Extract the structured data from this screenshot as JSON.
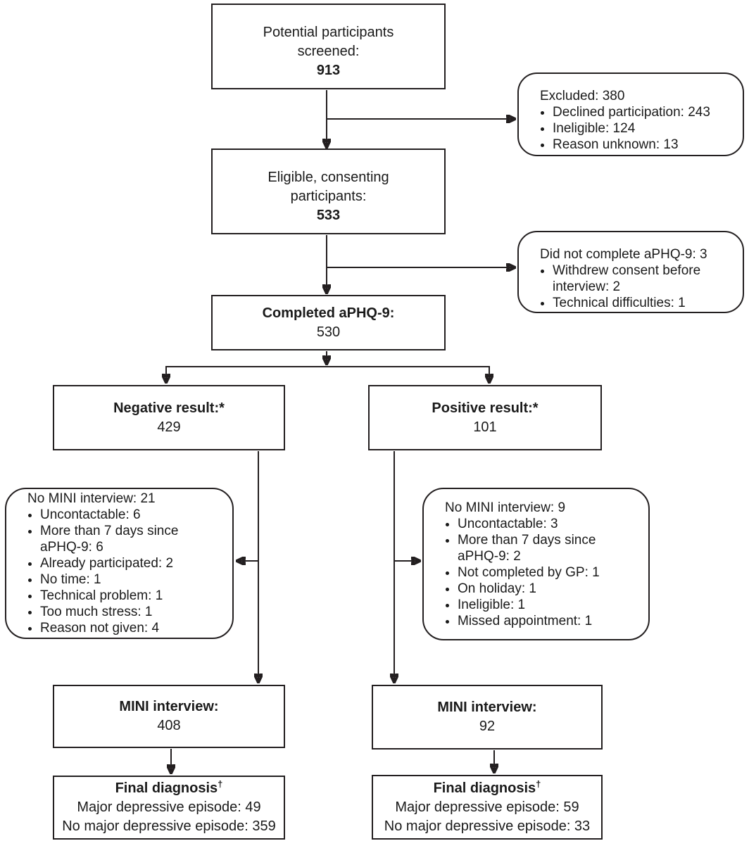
{
  "colors": {
    "ink": "#1a1a1a",
    "line": "#231f20",
    "background": "#ffffff"
  },
  "flow": {
    "screened": {
      "label": "Potential participants\nscreened:",
      "value": "913"
    },
    "eligible": {
      "label": "Eligible, consenting\nparticipants:",
      "value": "533"
    },
    "completed": {
      "label": "Completed aPHQ-9:",
      "value": "530"
    },
    "negative": {
      "label": "Negative result:*",
      "value": "429"
    },
    "positive": {
      "label": "Positive result:*",
      "value": "101"
    },
    "mini_negative": {
      "label": "MINI interview:",
      "value": "408"
    },
    "mini_positive": {
      "label": "MINI interview:",
      "value": "92"
    },
    "final_negative": {
      "title": "Final diagnosis",
      "dagger": "†",
      "lines": [
        "Major depressive episode: 49",
        "No major depressive episode: 359"
      ]
    },
    "final_positive": {
      "title": "Final diagnosis",
      "dagger": "†",
      "lines": [
        "Major depressive episode: 59",
        "No major depressive episode: 33"
      ]
    }
  },
  "notes": {
    "excluded": {
      "header": "Excluded: 380",
      "items": [
        "Declined participation: 243",
        "Ineligible: 124",
        "Reason unknown: 13"
      ]
    },
    "no_aphq9": {
      "header": "Did not complete aPHQ-9: 3",
      "items": [
        "Withdrew consent before\ninterview: 2",
        "Technical difficulties: 1"
      ]
    },
    "no_mini_negative": {
      "header": "No MINI interview: 21",
      "items": [
        "Uncontactable: 6",
        "More than 7 days since\naPHQ-9: 6",
        "Already participated: 2",
        "No time: 1",
        "Technical problem: 1",
        "Too much stress: 1",
        "Reason not given: 4"
      ]
    },
    "no_mini_positive": {
      "header": "No MINI interview: 9",
      "items": [
        "Uncontactable: 3",
        "More than 7 days since\naPHQ-9: 2",
        "Not completed by GP: 1",
        "On holiday: 1",
        "Ineligible: 1",
        "Missed appointment: 1"
      ]
    }
  }
}
